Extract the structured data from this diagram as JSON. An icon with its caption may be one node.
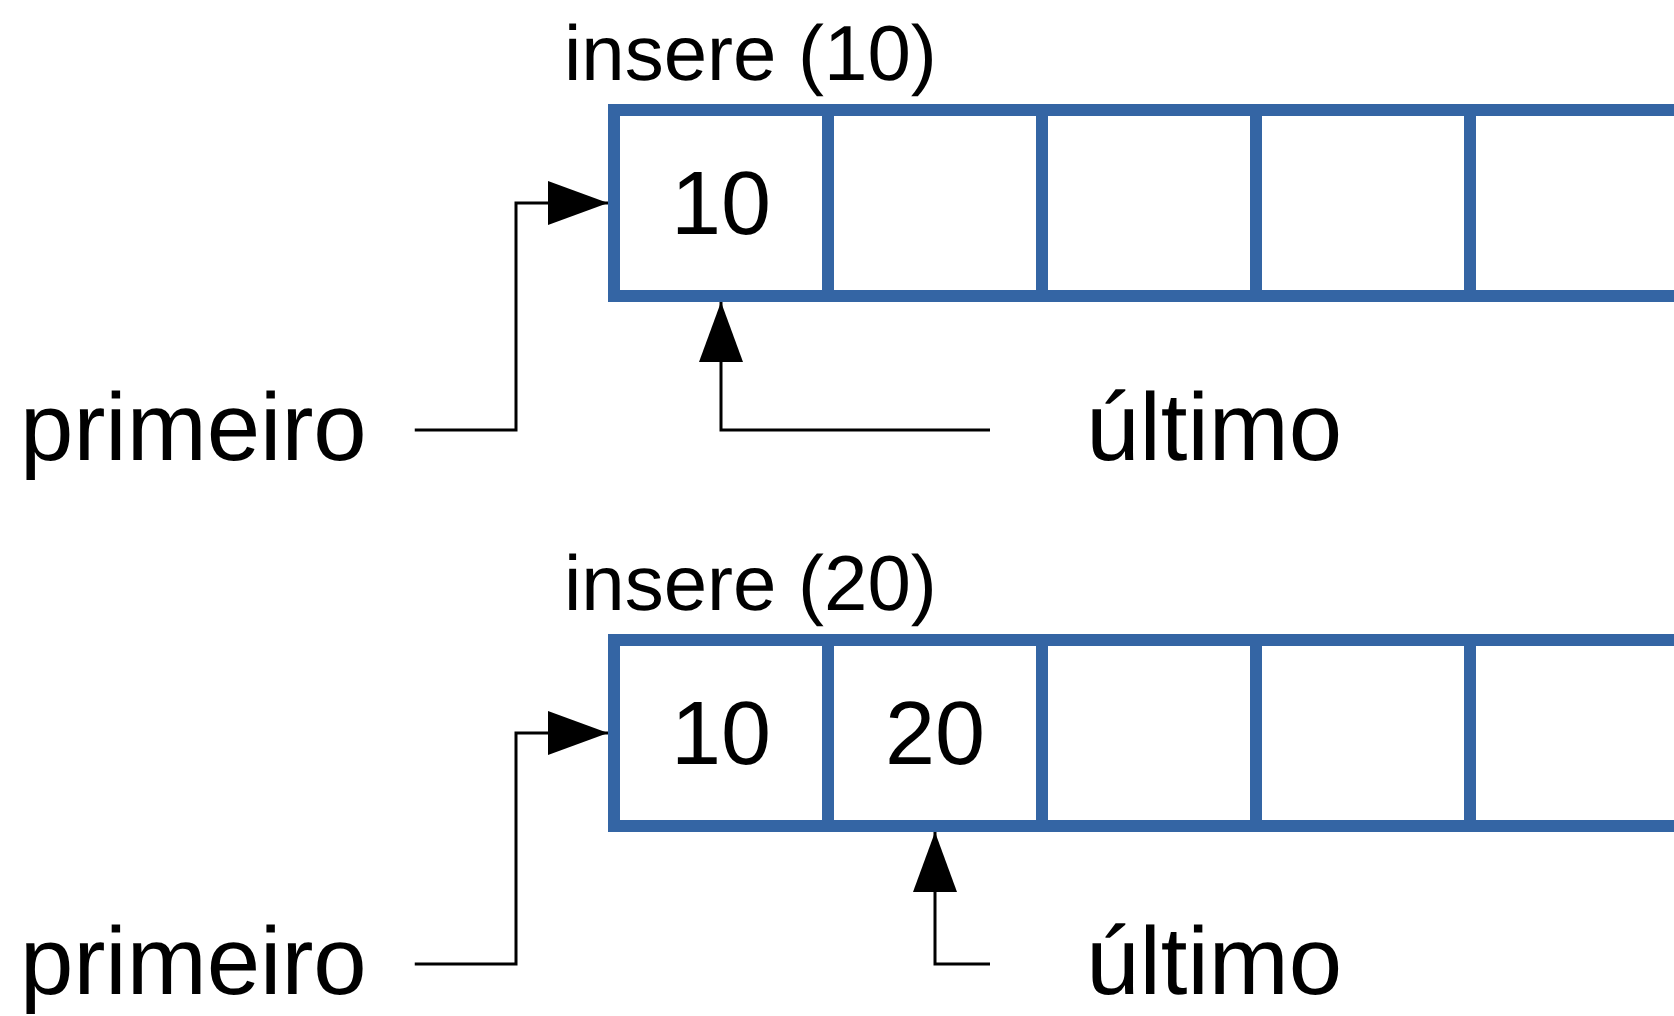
{
  "diagram": {
    "nodes": [
      {
        "text": [
          "insere (10)"
        ]
      },
      {
        "text": [
          "10"
        ],
        "in": 0
      },
      {
        "text": [],
        "shape": "box",
        "in": 0
      },
      {
        "text": [],
        "shape": "box",
        "in": 0
      },
      {
        "text": [],
        "shape": "box",
        "in": 0
      },
      {
        "text": [],
        "shape": "box",
        "in": 0
      },
      {
        "text": [
          "primeiro"
        ]
      },
      {
        "text": [
          "último"
        ]
      },
      {
        "text": [
          "insere (20)"
        ]
      },
      {
        "text": [
          "10"
        ],
        "in": 8
      },
      {
        "text": [
          "20"
        ],
        "in": 8
      },
      {
        "text": [],
        "shape": "box",
        "in": 8
      },
      {
        "text": [],
        "shape": "box",
        "in": 8
      },
      {
        "text": [],
        "shape": "box",
        "in": 8
      },
      {
        "text": [
          "primeiro"
        ]
      },
      {
        "text": [
          "último"
        ]
      }
    ],
    "edges": [
      {
        "from": 6,
        "to": 1,
        "arrow": "to"
      },
      {
        "from": 7,
        "to": 1,
        "arrow": "to"
      },
      {
        "from": 14,
        "to": 9,
        "arrow": "to"
      },
      {
        "from": 15,
        "to": 10,
        "arrow": "to"
      }
    ]
  }
}
